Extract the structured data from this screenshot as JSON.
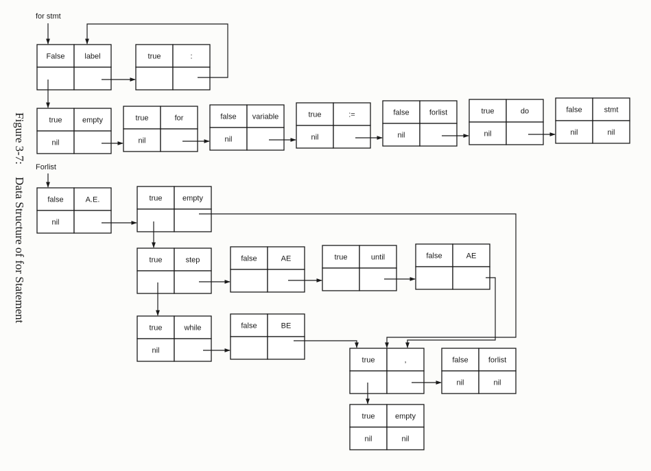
{
  "caption": {
    "figure": "Figure 3-7:",
    "title": "Data Structure of for Statement"
  },
  "entry_labels": {
    "for_stmt": "for stmt",
    "forlist": "Forlist"
  },
  "nodes": {
    "f0": [
      "False",
      "label",
      "",
      ""
    ],
    "f1": [
      "true",
      ":",
      "",
      ""
    ],
    "r0": [
      "true",
      "empty",
      "nil",
      ""
    ],
    "r1": [
      "true",
      "for",
      "nil",
      ""
    ],
    "r2": [
      "false",
      "variable",
      "nil",
      ""
    ],
    "r3": [
      "true",
      ":=",
      "nil",
      ""
    ],
    "r4": [
      "false",
      "forlist",
      "nil",
      ""
    ],
    "r5": [
      "true",
      "do",
      "nil",
      ""
    ],
    "r6": [
      "false",
      "stmt",
      "nil",
      "nil"
    ],
    "l0": [
      "false",
      "A.E.",
      "nil",
      ""
    ],
    "l1": [
      "true",
      "empty",
      "",
      ""
    ],
    "s0": [
      "true",
      "step",
      "",
      ""
    ],
    "s1": [
      "false",
      "AE",
      "",
      ""
    ],
    "s2": [
      "true",
      "until",
      "",
      ""
    ],
    "s3": [
      "false",
      "AE",
      "",
      ""
    ],
    "w0": [
      "true",
      "while",
      "nil",
      ""
    ],
    "w1": [
      "false",
      "BE",
      "",
      ""
    ],
    "c0": [
      "true",
      ",",
      "",
      ""
    ],
    "c1": [
      "false",
      "forlist",
      "nil",
      "nil"
    ],
    "e0": [
      "true",
      "empty",
      "nil",
      "nil"
    ]
  }
}
